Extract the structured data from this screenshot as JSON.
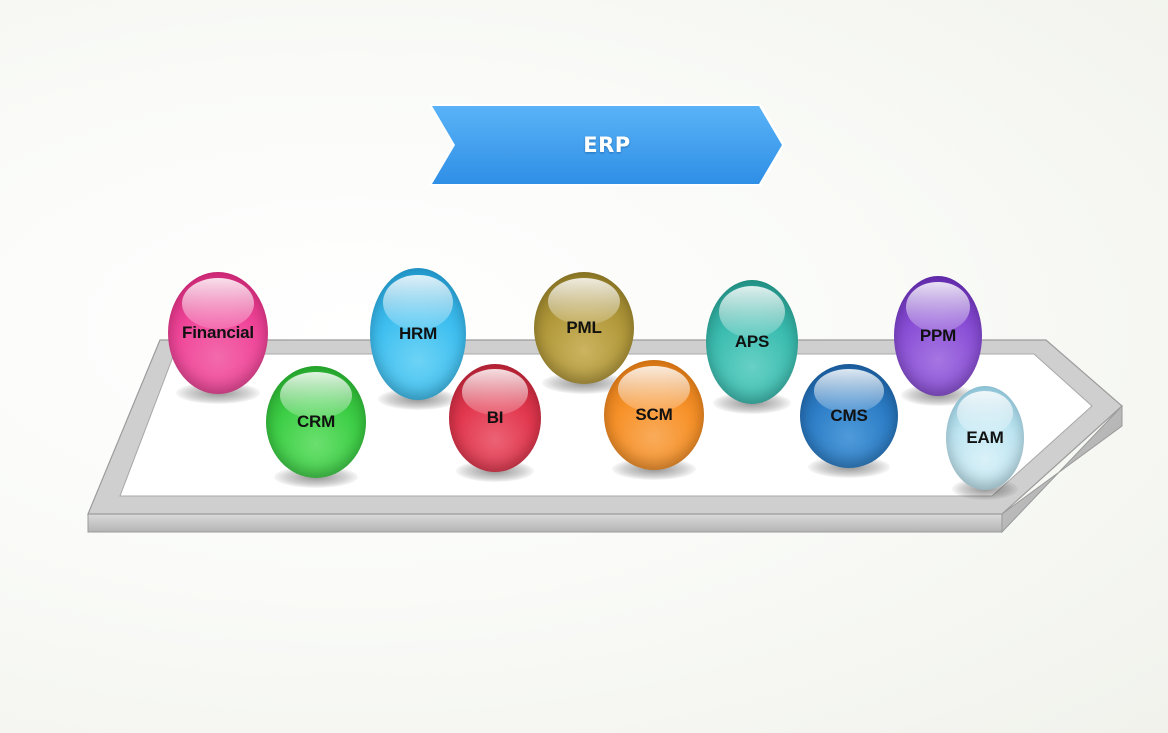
{
  "title": "ERP",
  "colors": {
    "banner": "#3fa0f2",
    "platform_top": "#ffffff",
    "platform_rim": "#c8c8c8"
  },
  "modules": [
    {
      "label": "Financial",
      "color": "#f0479a",
      "dark": "#c91e6e"
    },
    {
      "label": "CRM",
      "color": "#3fcf47",
      "dark": "#1b9a24"
    },
    {
      "label": "HRM",
      "color": "#3fbff0",
      "dark": "#1a8fc4"
    },
    {
      "label": "BI",
      "color": "#e2384f",
      "dark": "#a81a2c"
    },
    {
      "label": "PML",
      "color": "#b39a3c",
      "dark": "#7d6a1c"
    },
    {
      "label": "SCM",
      "color": "#f7922a",
      "dark": "#cc6a0a"
    },
    {
      "label": "APS",
      "color": "#3cbdb0",
      "dark": "#1c8a7e"
    },
    {
      "label": "CMS",
      "color": "#2e7fc8",
      "dark": "#124f8e"
    },
    {
      "label": "PPM",
      "color": "#8a4fd6",
      "dark": "#5a22a6"
    },
    {
      "label": "EAM",
      "color": "#bfe6f2",
      "dark": "#86c2d8"
    }
  ]
}
